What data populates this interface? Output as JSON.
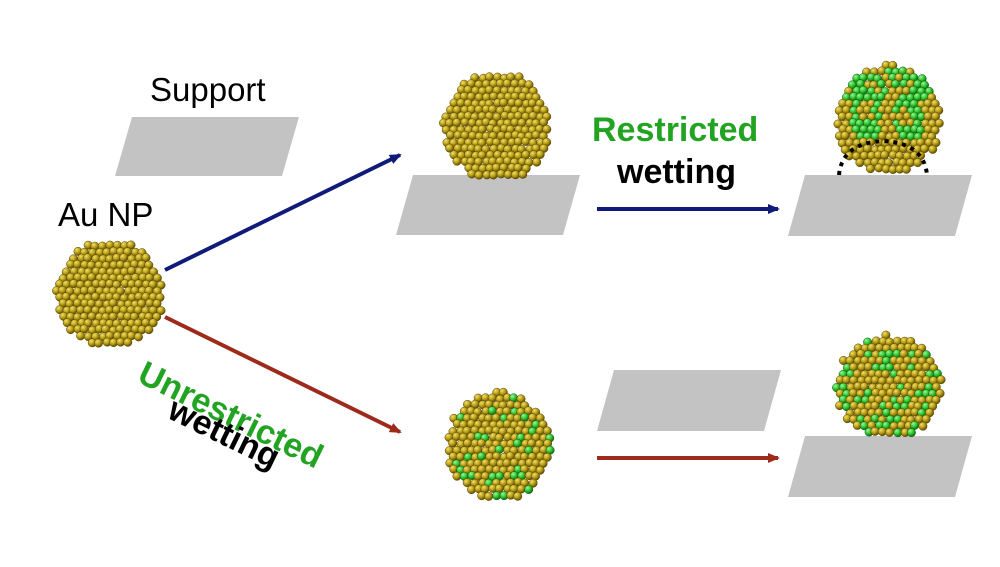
{
  "labels": {
    "support": "Support",
    "au_np": "Au NP",
    "restricted": "Restricted",
    "restricted_wetting": "wetting",
    "unrestricted": "Unrestricted",
    "unrestricted_wetting": "wetting"
  },
  "colors": {
    "support_gray": "#c3c3c3",
    "gold": "#b59b14",
    "gold_light": "#e6d24a",
    "gold_dark": "#6e5a05",
    "green_atom": "#2fc42f",
    "green_text": "#22a322",
    "blue_arrow": "#101a78",
    "red_arrow": "#9e2a1c",
    "dotted_outline": "#000000"
  },
  "icons": {
    "nanoparticle": "gold-atom-cluster-icon",
    "support": "gray-parallelogram-support-icon",
    "arrow": "right-arrow-icon"
  }
}
